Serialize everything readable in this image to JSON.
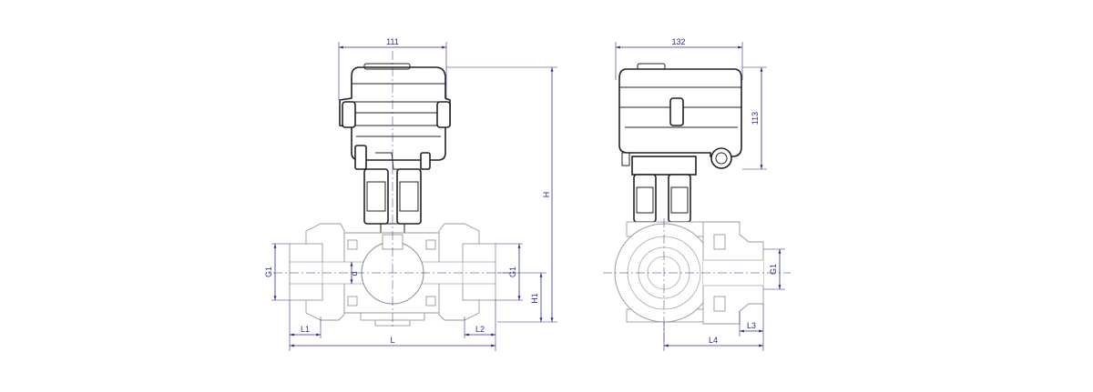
{
  "dimensions": {
    "front_width": "111",
    "side_width": "132",
    "height_total": "H",
    "height_actuator": "113",
    "height_axis": "H1",
    "length_total": "L",
    "length_end_left": "L1",
    "length_end_right": "L2",
    "length_side_port": "L3",
    "length_side_total": "L4",
    "thread_left": "G1",
    "thread_right": "G1",
    "thread_side": "G1",
    "bore": "d"
  },
  "colors": {
    "dimension": "#2b2f8f",
    "outline": "#222222",
    "section": "#9a9a9a"
  }
}
